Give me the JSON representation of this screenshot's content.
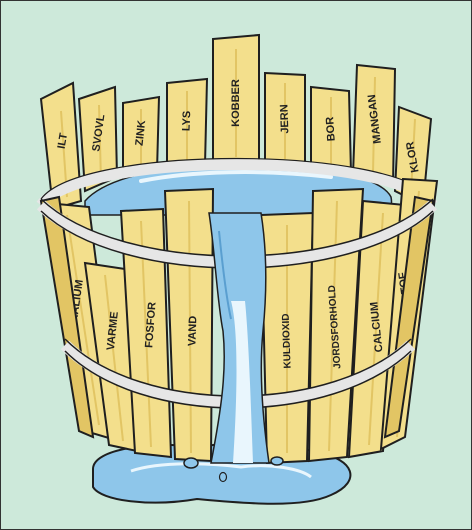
{
  "colors": {
    "background": "#cde9da",
    "stave": "#f3df8c",
    "stave_shade": "#e2c564",
    "outline": "#1f1f1f",
    "hoop": "#e6e6e6",
    "water": "#8ec6ea",
    "water_light": "#e9f6fd",
    "water_dark": "#5a9fd0"
  },
  "barrel": {
    "back_staves": [
      {
        "label": "ILT"
      },
      {
        "label": "SVOVL"
      },
      {
        "label": "ZINK"
      },
      {
        "label": "LYS"
      },
      {
        "label": "KOBBER"
      },
      {
        "label": "JERN"
      },
      {
        "label": "BOR"
      },
      {
        "label": "MANGAN"
      },
      {
        "label": "KLOR"
      }
    ],
    "front_staves": [
      {
        "label": "KALIUM"
      },
      {
        "label": "VARME"
      },
      {
        "label": "FOSFOR"
      },
      {
        "label": "VAND"
      },
      {
        "label": "KULDIOXID"
      },
      {
        "label": "JORDSFORHOLD"
      },
      {
        "label": "CALCIUM"
      },
      {
        "label": "KVÆLSTOF"
      }
    ]
  }
}
